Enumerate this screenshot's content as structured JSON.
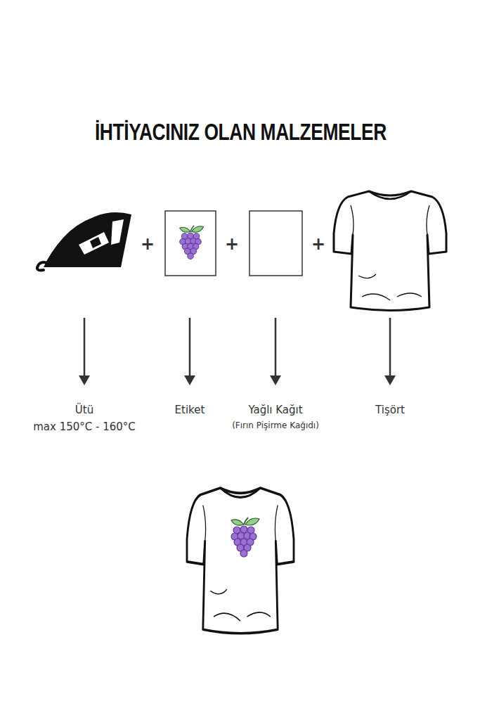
{
  "diagram": {
    "title": "İHTİYACINIZ OLAN MALZEMELER",
    "labels": [
      "+",
      "+",
      "+",
      "Ütü",
      "max 150°C - 160°C",
      "Etiket",
      "Yağlı Kağıt",
      "(Fırın Pişirme Kağıdı)",
      "Tişört"
    ]
  }
}
